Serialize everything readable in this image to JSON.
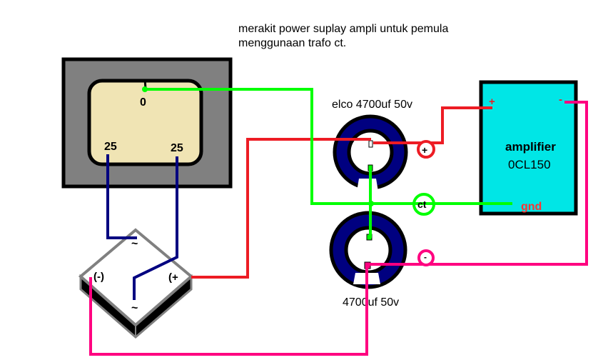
{
  "title": {
    "line1": "merakit power suplay ampli untuk pemula",
    "line2": "menggunaan trafo ct."
  },
  "transformer": {
    "tap_center": "0",
    "tap_left": "25",
    "tap_right": "25"
  },
  "bridge": {
    "ac_top": "~",
    "ac_bottom": "~",
    "neg_label": "(-)",
    "pos_label": "(+"
  },
  "capacitors": {
    "top_label": "elco 4700uf 50v",
    "bottom_label": "4700uf 50v"
  },
  "nodes": {
    "plus": "+",
    "ct": "ct",
    "minus": "-"
  },
  "amplifier": {
    "title": "amplifier",
    "model": "0CL150",
    "plus": "+",
    "minus": "-",
    "gnd": "gnd"
  },
  "colors": {
    "transformer_outer": "#808080",
    "transformer_inner": "#f0e4b4",
    "ac_wire": "#000080",
    "positive_wire": "#ed1c24",
    "ground_wire": "#00ff00",
    "negative_wire": "#ff0080",
    "capacitor_body": "#000080",
    "amplifier_body": "#00e6e6"
  }
}
